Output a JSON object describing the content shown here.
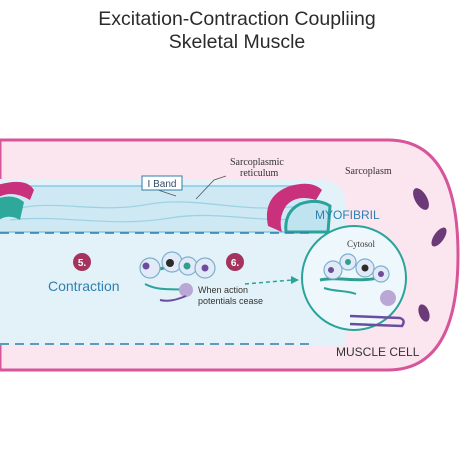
{
  "title": {
    "line1": "Excitation-Contraction Coupliing",
    "line2": "Skeletal Muscle"
  },
  "labels": {
    "i_band": "I Band",
    "sr_line1": "Sarcoplasmic",
    "sr_line2": "reticulum",
    "sarcoplasm": "Sarcoplasm",
    "myofibril": "MYOFIBRIL",
    "cytosol": "Cytosol",
    "step5": "5.",
    "step6": "6.",
    "contraction": "Contraction",
    "when_line1": "When action",
    "when_line2": "potentials cease",
    "muscle_cell": "MUSCLE CELL"
  },
  "colors": {
    "membrane": "#d7559a",
    "sarcoplasm_fill": "#fbe6ef",
    "myofibril_fill": "#e3f2f8",
    "sr_fill": "#cfe9f4",
    "sr_outline": "#7cc0da",
    "teal": "#2aa39a",
    "blue_label": "#2f7fb0",
    "step_badge": "#a4335d",
    "mito_fill": "#6b3a78",
    "tropomyosin": "#2f9f8f",
    "myosin": "#6a4d9c"
  }
}
